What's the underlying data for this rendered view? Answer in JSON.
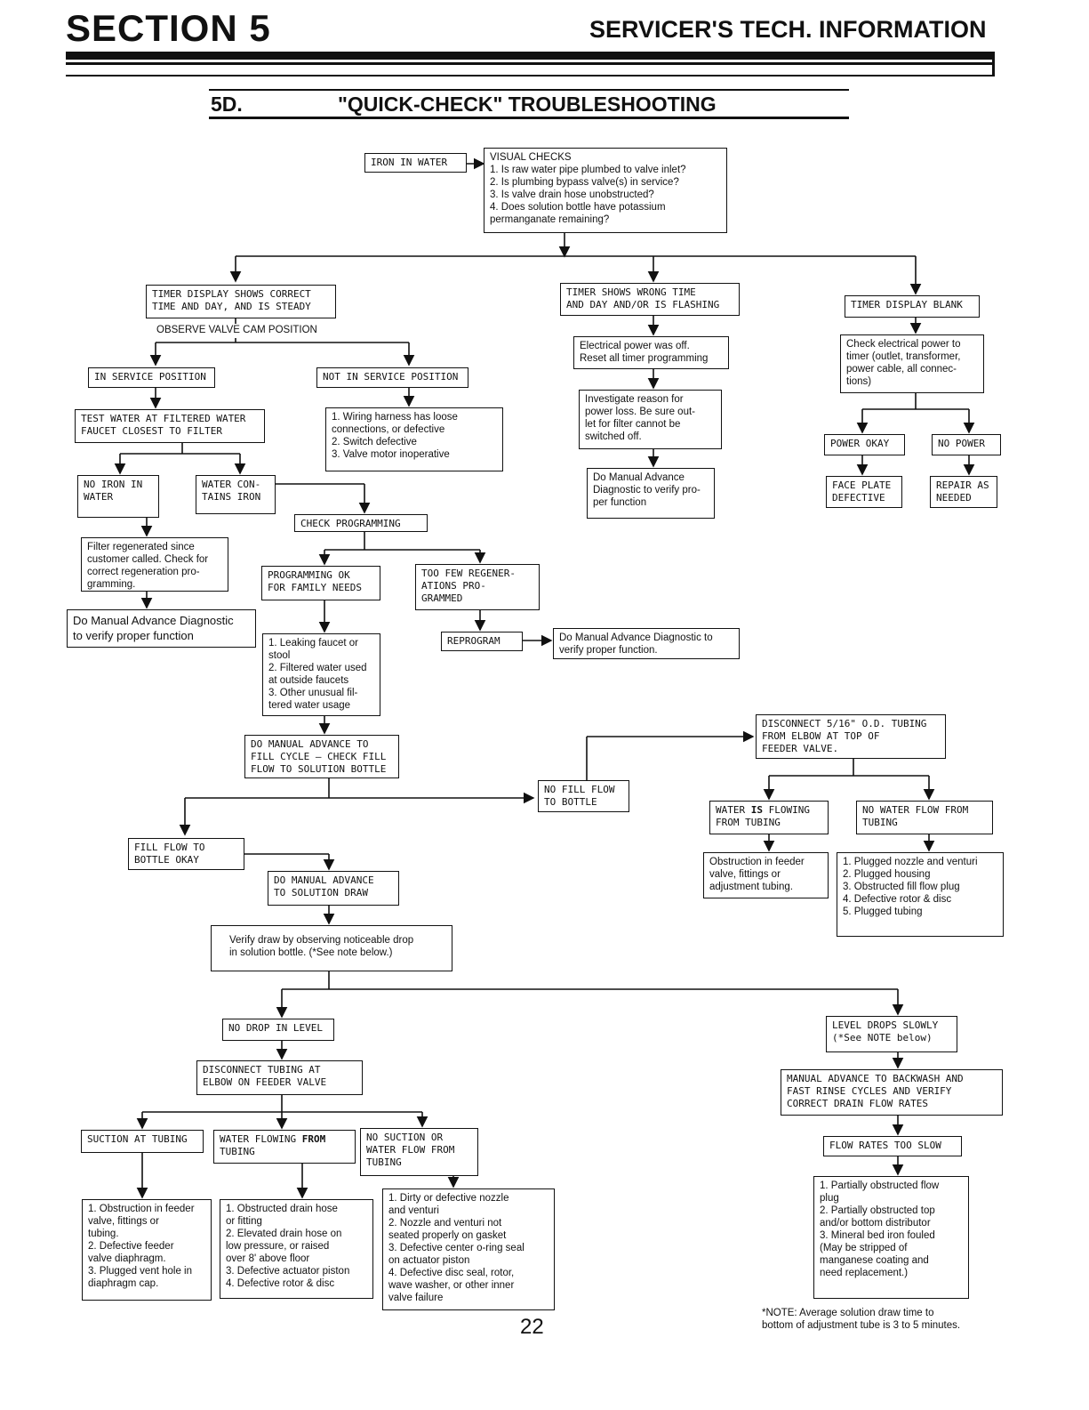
{
  "header": {
    "section": "SECTION 5",
    "title": "SERVICER'S TECH. INFORMATION",
    "sub_number": "5D.",
    "sub_title": "\"QUICK-CHECK\" TROUBLESHOOTING"
  },
  "nodes": {
    "iron_in_water": "IRON IN WATER",
    "visual_checks": "VISUAL CHECKS\n1.  Is raw water pipe plumbed to valve inlet?\n2.  Is plumbing bypass valve(s) in service?\n3.  Is valve drain hose unobstructed?\n4.  Does solution bottle have potassium\n      permanganate remaining?",
    "timer_correct": "TIMER DISPLAY SHOWS CORRECT\nTIME AND DAY, AND IS STEADY",
    "observe_cam": "OBSERVE VALVE CAM POSITION",
    "timer_wrong": "TIMER SHOWS WRONG TIME\nAND DAY AND/OR IS FLASHING",
    "timer_blank": "TIMER DISPLAY BLANK",
    "in_service": "IN SERVICE POSITION",
    "not_in_service": "NOT IN SERVICE POSITION",
    "electrical_off": "Electrical power was off.\nReset all timer programming",
    "check_power": "Check electrical power to\ntimer (outlet, transformer,\npower cable, all connec-\ntions)",
    "test_water": "TEST WATER AT FILTERED WATER\nFAUCET CLOSEST TO FILTER",
    "wiring": "1.  Wiring harness has loose\n      connections, or defective\n2.  Switch defective\n3.  Valve motor inoperative",
    "investigate": "Investigate reason for\npower loss. Be sure out-\nlet for filter cannot be\nswitched off.",
    "power_okay": "POWER OKAY",
    "no_power": "NO POWER",
    "no_iron": "NO IRON IN\nWATER",
    "water_contains_iron": "WATER CON-\nTAINS IRON",
    "manual_adv_diag_1": "Do Manual Advance\nDiagnostic to verify pro-\nper function",
    "face_plate": "FACE PLATE\nDEFECTIVE",
    "repair": "REPAIR AS\nNEEDED",
    "check_programming": "CHECK PROGRAMMING",
    "filter_regen": "Filter regenerated since\ncustomer called. Check for\ncorrect regeneration pro-\ngramming.",
    "programming_ok": "PROGRAMMING OK\nFOR FAMILY NEEDS",
    "too_few": "TOO FEW REGENER-\nATIONS PRO-\nGRAMMED",
    "manual_adv_diag_2": "Do Manual Advance Diagnostic\nto verify proper function",
    "leaking": "1.  Leaking faucet or\n      stool\n2.  Filtered water used\n      at outside faucets\n3.  Other unusual fil-\n      tered water usage",
    "reprogram": "REPROGRAM",
    "manual_adv_diag_3": "Do Manual Advance Diagnostic to\nverify proper function.",
    "disconnect_516": "DISCONNECT 5/16\" O.D. TUBING\nFROM ELBOW AT TOP OF\nFEEDER VALVE.",
    "manual_fill": "DO MANUAL ADVANCE TO\nFILL CYCLE – CHECK FILL\nFLOW TO SOLUTION BOTTLE",
    "no_fill_flow": "NO FILL FLOW\nTO BOTTLE",
    "water_is_flowing_pre": "WATER ",
    "water_is_flowing_bold": "IS",
    "water_is_flowing_post": " FLOWING\nFROM TUBING",
    "no_water_flow": "NO WATER FLOW FROM\nTUBING",
    "fill_flow_ok": "FILL FLOW TO\nBOTTLE OKAY",
    "obstruction_feeder": "Obstruction in feeder\nvalve, fittings or\nadjustment tubing.",
    "plugged_list": "1.  Plugged nozzle and venturi\n2.  Plugged housing\n3.  Obstructed fill flow plug\n4.  Defective rotor & disc\n5.  Plugged tubing",
    "manual_solution_draw": "DO MANUAL ADVANCE\nTO SOLUTION DRAW",
    "verify_draw": "Verify draw by observing noticeable drop\nin solution bottle. (*See note below.)",
    "no_drop": "NO DROP IN LEVEL",
    "level_drops": "LEVEL DROPS SLOWLY\n(*See NOTE below)",
    "disconnect_tubing": "DISCONNECT TUBING AT\nELBOW ON FEEDER VALVE",
    "manual_backwash": "MANUAL ADVANCE TO BACKWASH AND\nFAST RINSE CYCLES AND VERIFY\nCORRECT DRAIN FLOW RATES",
    "suction_at_tubing": "SUCTION AT TUBING",
    "water_flowing_from_pre": "WATER FLOWING ",
    "water_flowing_from_bold": "FROM",
    "water_flowing_from_post": "\nTUBING",
    "no_suction": "NO SUCTION OR\nWATER FLOW FROM\nTUBING",
    "flow_rates_slow": "FLOW RATES TOO SLOW",
    "obstruction_list": "1.  Obstruction in feeder\n      valve, fittings or\n      tubing.\n2.  Defective feeder\n      valve diaphragm.\n3.  Plugged vent hole in\n      diaphragm cap.",
    "drain_list": "1.  Obstructed drain hose\n      or fitting\n2.  Elevated drain hose on\n      low pressure, or raised\n      over 8' above floor\n3.  Defective actuator piston\n4.  Defective rotor & disc",
    "nozzle_list": "1.  Dirty or defective nozzle\n      and venturi\n2.  Nozzle and venturi not\n      seated properly on gasket\n3.  Defective center o-ring seal\n      on actuator piston\n4.  Defective disc seal, rotor,\n      wave washer, or other inner\n      valve failure",
    "partially_list": "1.  Partially obstructed flow\n      plug\n2.  Partially obstructed top\n      and/or bottom distributor\n3.  Mineral bed iron fouled\n      (May be stripped of\n      manganese coating and\n      need replacement.)"
  },
  "note": "*NOTE: Average solution draw time to\nbottom of adjustment tube is 3 to 5 minutes.",
  "page_number": "22"
}
